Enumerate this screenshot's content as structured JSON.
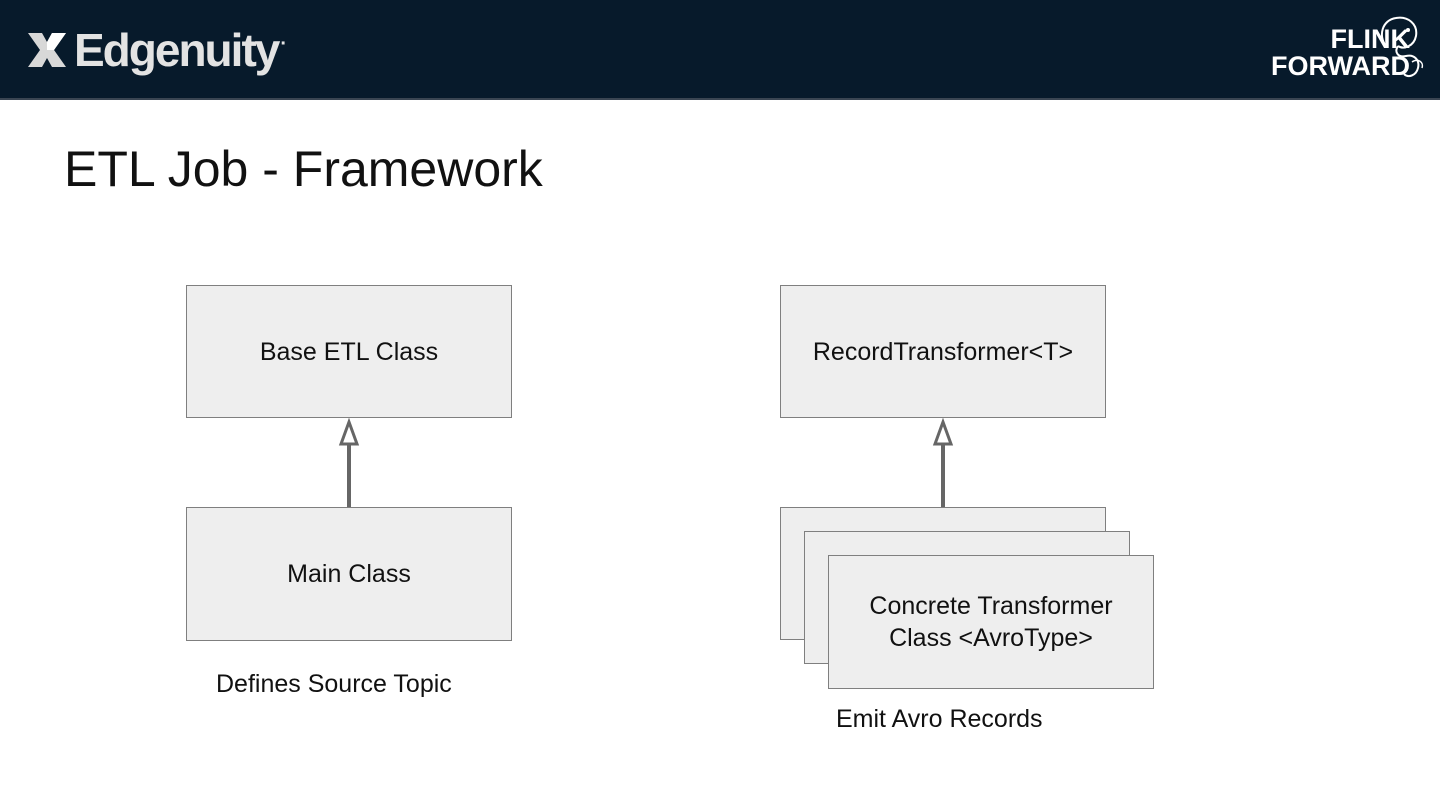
{
  "header": {
    "brand_name": "Edgenuity",
    "event_logo": {
      "line1": "FLINK",
      "line2": "FORWARD"
    }
  },
  "slide": {
    "title": "ETL Job - Framework"
  },
  "diagram": {
    "left": {
      "parent_box": "Base ETL Class",
      "child_box": "Main Class",
      "caption": "Defines Source Topic"
    },
    "right": {
      "parent_box": "RecordTransformer<T>",
      "child_box_line1": "Concrete Transformer",
      "child_box_line2": "Class <AvroType>",
      "caption": "Emit Avro Records"
    }
  },
  "colors": {
    "header_bg": "#071a2b",
    "box_fill": "#eeeeee",
    "box_border": "#7f7f7f",
    "arrow": "#666666"
  }
}
